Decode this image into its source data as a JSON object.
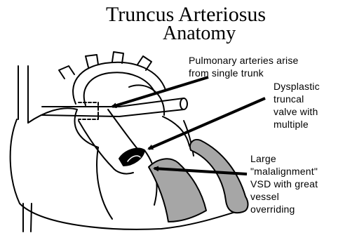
{
  "title": "Truncus Arteriosus",
  "subtitle": "Anatomy",
  "labels": {
    "pulmonary": [
      "Pulmonary arteries arise",
      "from single trunk"
    ],
    "truncal_valve": [
      "Dysplastic",
      "truncal",
      "valve with",
      "multiple"
    ],
    "vsd": [
      "Large",
      "\"malalignment\"",
      "VSD with great",
      "vessel",
      "overriding"
    ]
  },
  "colors": {
    "ink": "#000000",
    "shaded_wall": "#a6a6a6",
    "background": "#ffffff"
  }
}
